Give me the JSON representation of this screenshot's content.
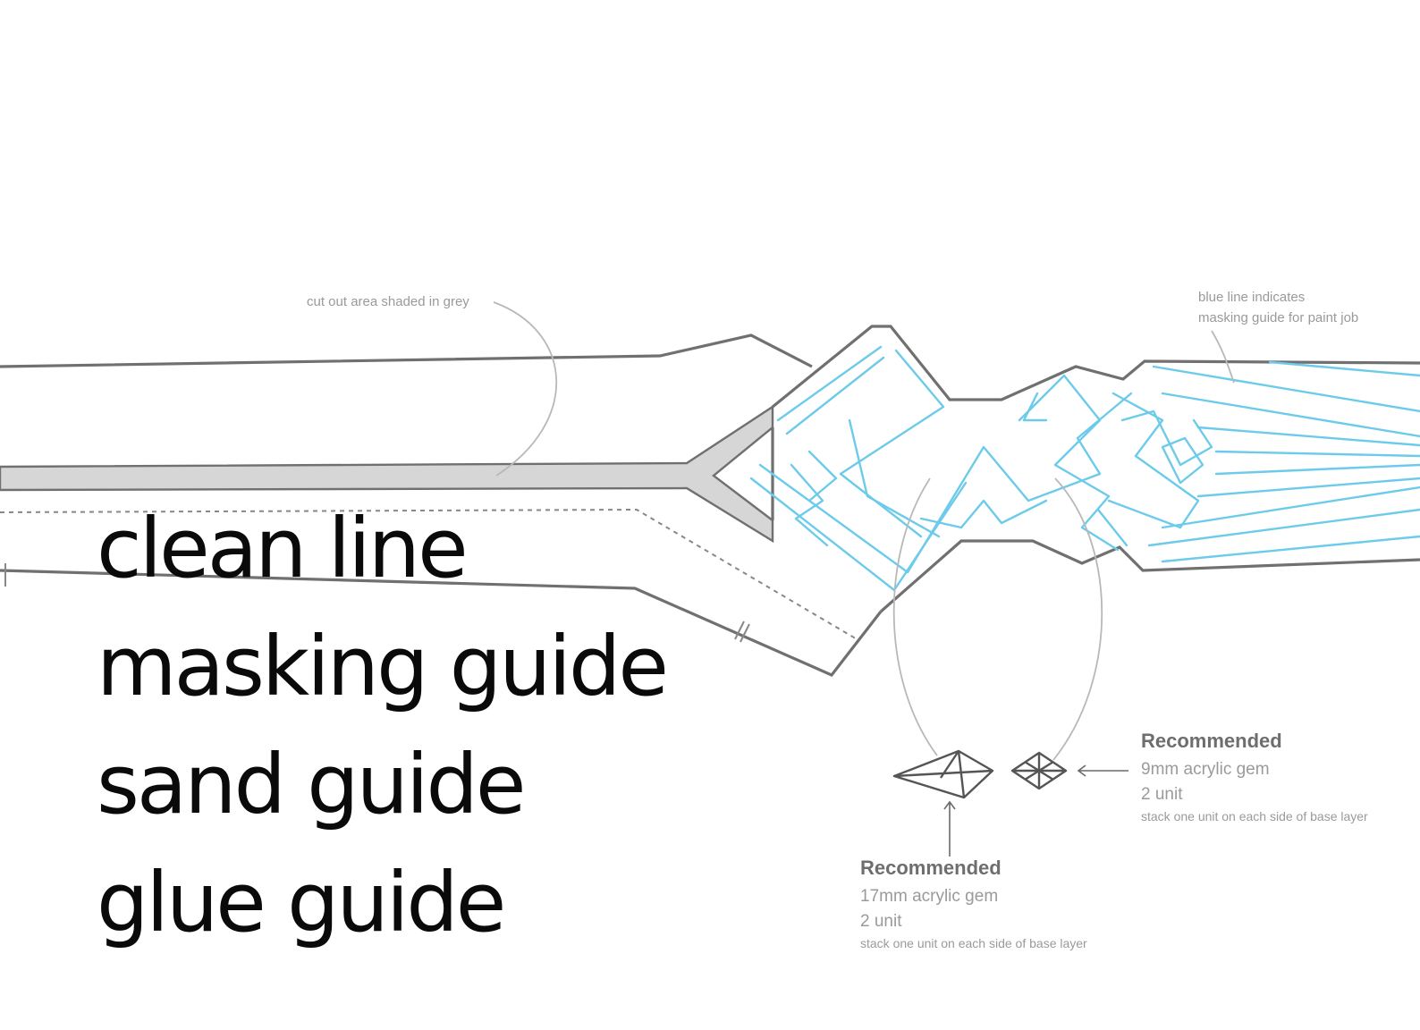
{
  "annotations": {
    "cutout_note": "cut out area shaded in grey",
    "blue_line_note": [
      "blue line indicates",
      "masking guide for paint job"
    ]
  },
  "gem_small": {
    "title": "Recommended",
    "size": "9mm acrylic gem",
    "qty": "2 unit",
    "note": "stack one unit on each side of base layer"
  },
  "gem_large": {
    "title": "Recommended",
    "size": "17mm acrylic gem",
    "qty": "2 unit",
    "note": "stack one unit on each side of base layer"
  },
  "guides": [
    "clean line",
    "masking guide",
    "sand guide",
    "glue guide"
  ],
  "colors": {
    "outline": "#707070",
    "mask_line": "#6ccbea",
    "cutout_fill": "#d6d6d6",
    "heading_text": "#0a0a0a"
  }
}
